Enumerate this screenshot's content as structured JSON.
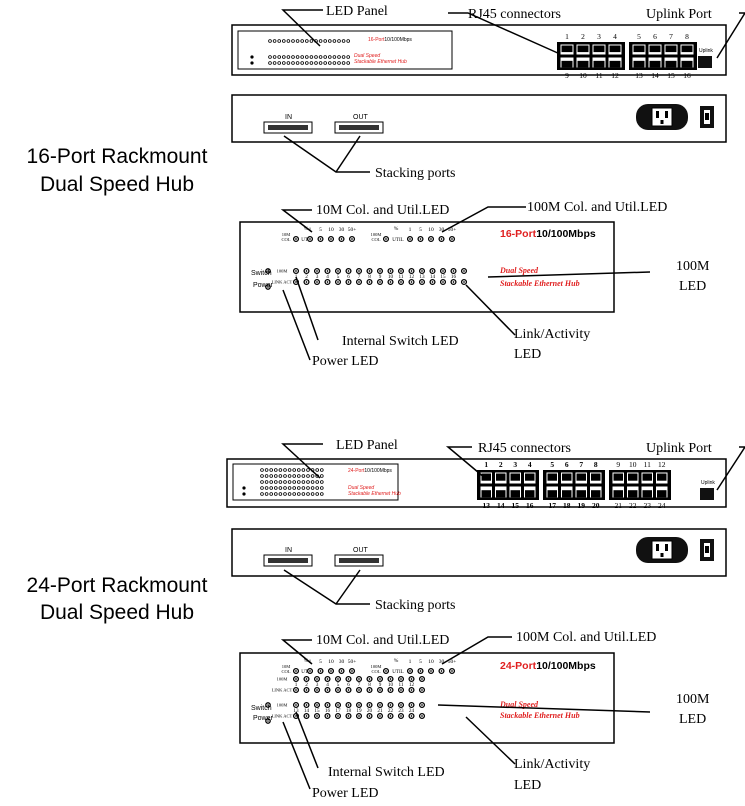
{
  "callouts": {
    "led_panel": "LED Panel",
    "rj45": "RJ45 connectors",
    "uplink_port": "Uplink Port",
    "stacking_ports": "Stacking ports",
    "col_10m": "10M Col. and Util.LED",
    "col_100m": "100M Col. and Util.LED",
    "led_100m_line1": "100M",
    "led_100m_line2": "LED",
    "internal_switch_led": "Internal Switch LED",
    "link_activity_line1": "Link/Activity",
    "link_activity_line2": "LED",
    "power_led": "Power LED"
  },
  "hub16": {
    "title_line1": "16-Port Rackmount",
    "title_line2": "Dual Speed Hub",
    "brand_red": "16-Port",
    "brand_black": "10/100Mbps",
    "tag1": "Dual Speed",
    "tag2": "Stackable Ethernet Hub",
    "port_top": [
      "1",
      "2",
      "3",
      "4",
      "5",
      "6",
      "7",
      "8"
    ],
    "port_bottom": [
      "9",
      "10",
      "11",
      "12",
      "13",
      "14",
      "15",
      "16"
    ],
    "uplink_label": "Uplink",
    "in_label": "IN",
    "out_label": "OUT",
    "led_numbers": [
      "1",
      "2",
      "3",
      "4",
      "5",
      "6",
      "7",
      "8",
      "9",
      "10",
      "11",
      "12",
      "13",
      "14",
      "15",
      "16"
    ],
    "util_scale": [
      "%",
      "1",
      "5",
      "10",
      "30",
      "50+"
    ],
    "util_label": "UTIL",
    "col_10m_label": "10M COL",
    "col_100m_label": "100M COL",
    "row_100m": "100M",
    "row_link": "LINK ACT",
    "switch_label": "Switch",
    "power_label": "Power"
  },
  "hub24": {
    "title_line1": "24-Port Rackmount",
    "title_line2": "Dual Speed Hub",
    "brand_red": "24-Port",
    "brand_black": "10/100Mbps",
    "tag1": "Dual Speed",
    "tag2": "Stackable Ethernet Hub",
    "port_top": [
      "1",
      "2",
      "3",
      "4",
      "5",
      "6",
      "7",
      "8",
      "9",
      "10",
      "11",
      "12"
    ],
    "port_bottom": [
      "13",
      "14",
      "15",
      "16",
      "17",
      "18",
      "19",
      "20",
      "21",
      "22",
      "23",
      "24"
    ],
    "uplink_label": "Uplink",
    "in_label": "IN",
    "out_label": "OUT",
    "led_numbers_a": [
      "1",
      "2",
      "3",
      "4",
      "5",
      "6",
      "7",
      "8",
      "9",
      "10",
      "11",
      "12"
    ],
    "led_numbers_b": [
      "13",
      "14",
      "15",
      "16",
      "17",
      "18",
      "19",
      "20",
      "21",
      "22",
      "23",
      "24"
    ],
    "util_scale": [
      "%",
      "1",
      "5",
      "10",
      "30",
      "50+"
    ],
    "util_label": "UTIL",
    "col_10m_label": "10M COL",
    "col_100m_label": "100M COL",
    "row_100m": "100M",
    "row_link": "LINK ACT",
    "switch_label": "Switch",
    "power_label": "Power"
  }
}
